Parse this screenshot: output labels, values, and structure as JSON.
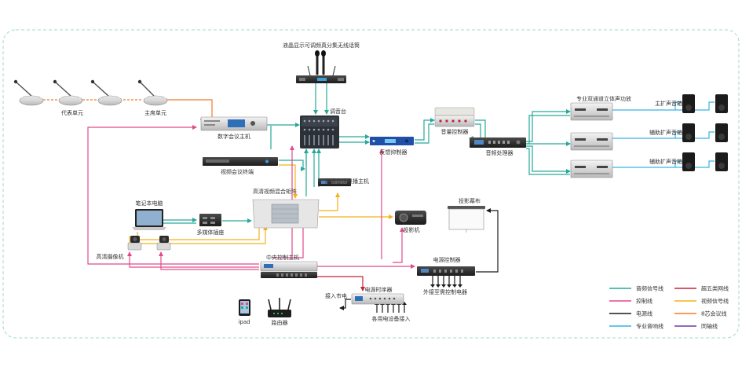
{
  "colors": {
    "audio": "#27a99a",
    "control": "#e24a8c",
    "power": "#1a1a1a",
    "speaker": "#36b3e6",
    "cat5": "#c8203a",
    "video": "#f3b21a",
    "core8": "#f07a2a",
    "coax": "#6f3aa8",
    "border": "#9fd9d0"
  },
  "labels": {
    "wireless_mic": "液晶显示可调频真分集无线话筒",
    "delegate_unit": "代表单元",
    "chair_unit": "主席单元",
    "digital_conference_host": "数字会议主机",
    "mixer": "调音台",
    "feedback_suppressor": "反馈抑制器",
    "volume_controller": "音量控制器",
    "audio_processor": "音频处理器",
    "power_amp": "专业双通道立体声功放",
    "main_speaker": "主扩声音箱",
    "aux_speaker_1": "辅助扩声音箱",
    "aux_speaker_2": "辅助扩声音箱",
    "video_terminal": "视频会议终端",
    "hd_recorder": "高清会议录播主机",
    "hd_matrix": "高清视频混合矩阵",
    "laptop": "笔记本电脑",
    "multimedia_socket": "多媒体插座",
    "hd_camera": "高清摄像机",
    "projector": "投影机",
    "projection_screen": "投影幕布",
    "central_control": "中央控制主机",
    "power_controller": "电源控制器",
    "external_strong_power": "外接至需控制电器",
    "mains_in": "接入市电",
    "power_sequencer": "电源时序器",
    "equipment_access": "各用电设备接入",
    "ipad": "ipad",
    "router": "路由器"
  },
  "legend": {
    "items": [
      {
        "label": "音频信号线",
        "color": "#27a99a"
      },
      {
        "label": "超五类网线",
        "color": "#c8203a"
      },
      {
        "label": "控制线",
        "color": "#e24a8c"
      },
      {
        "label": "视频信号线",
        "color": "#f3b21a"
      },
      {
        "label": "电源线",
        "color": "#1a1a1a"
      },
      {
        "label": "8芯会议线",
        "color": "#f07a2a"
      },
      {
        "label": "专业音响线",
        "color": "#36b3e6"
      },
      {
        "label": "同轴线",
        "color": "#6f3aa8"
      }
    ]
  }
}
